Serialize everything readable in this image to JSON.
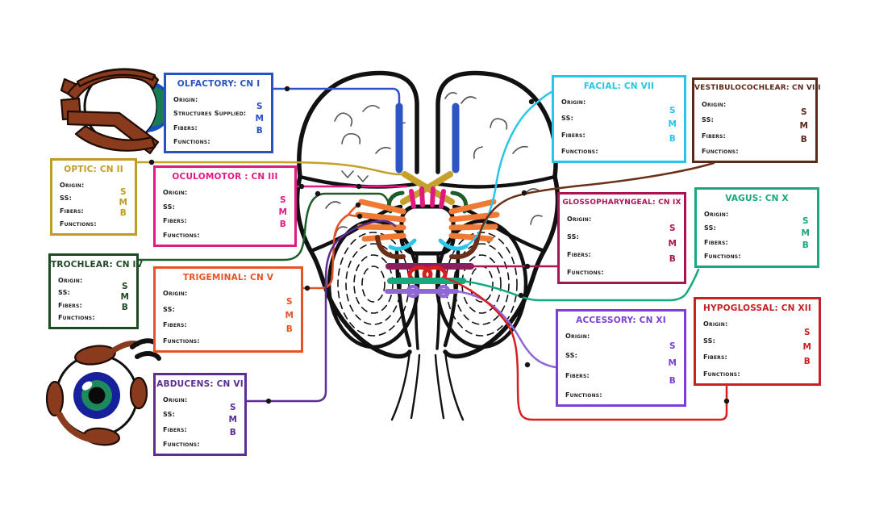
{
  "cards": [
    {
      "id": "cn1",
      "title": "OLFACTORY: CN I",
      "color": "#2752c0",
      "fields": [
        "Origin:",
        "Structures Supplied:",
        "Fibers:",
        "Functions:"
      ],
      "letters": [
        "S",
        "M",
        "B"
      ]
    },
    {
      "id": "cn2",
      "title": "OPTIC: CN II",
      "color": "#c09c25",
      "fields": [
        "Origin:",
        "SS:",
        "Fibers:",
        "Functions:"
      ],
      "letters": [
        "S",
        "M",
        "B"
      ]
    },
    {
      "id": "cn3",
      "title": "OCULOMOTOR : CN III",
      "color": "#e01a83",
      "fields": [
        "Origin:",
        "SS:",
        "Fibers:",
        "Functions:"
      ],
      "letters": [
        "S",
        "M",
        "B"
      ]
    },
    {
      "id": "cn4",
      "title": "TROCHLEAR: CN IV",
      "color": "#1d4a22",
      "fields": [
        "Origin:",
        "SS:",
        "Fibers:",
        "Functions:"
      ],
      "letters": [
        "S",
        "M",
        "B"
      ]
    },
    {
      "id": "cn5",
      "title": "TRIGEMINAL: CN V",
      "color": "#e65327",
      "fields": [
        "Origin:",
        "SS:",
        "Fibers:",
        "Functions:"
      ],
      "letters": [
        "S",
        "M",
        "B"
      ]
    },
    {
      "id": "cn6",
      "title": "ABDUCENS: CN VI",
      "color": "#5c2d92",
      "fields": [
        "Origin:",
        "SS:",
        "Fibers:",
        "Functions:"
      ],
      "letters": [
        "S",
        "M",
        "B"
      ]
    },
    {
      "id": "cn7",
      "title": "FACIAL: CN VII",
      "color": "#27c5e8",
      "fields": [
        "Origin:",
        "SS:",
        "Fibers:",
        "Functions:"
      ],
      "letters": [
        "S",
        "M",
        "B"
      ]
    },
    {
      "id": "cn8",
      "title": "VESTIBULOCOCHLEAR: CN VIII",
      "color": "#5c2a19",
      "fields": [
        "Origin:",
        "SS:",
        "Fibers:",
        "Functions:"
      ],
      "letters": [
        "S",
        "M",
        "B"
      ]
    },
    {
      "id": "cn9",
      "title": "GLOSSOPHARYNGEAL: CN IX",
      "color": "#a81552",
      "fields": [
        "Origin:",
        "SS:",
        "Fibers:",
        "Functions:"
      ],
      "letters": [
        "S",
        "M",
        "B"
      ]
    },
    {
      "id": "cn10",
      "title": "VAGUS: CN X",
      "color": "#19a77e",
      "fields": [
        "Origin:",
        "SS:",
        "Fibers:",
        "Functions:"
      ],
      "letters": [
        "S",
        "M",
        "B"
      ]
    },
    {
      "id": "cn11",
      "title": "ACCESSORY: CN XI",
      "color": "#7b3fd4",
      "fields": [
        "Origin:",
        "SS:",
        "Fibers:",
        "Functions:"
      ],
      "letters": [
        "S",
        "M",
        "B"
      ]
    },
    {
      "id": "cn12",
      "title": "HYPOGLOSSAL: CN XII",
      "color": "#c62222",
      "fields": [
        "Origin:",
        "SS:",
        "Fibers:",
        "Functions:"
      ],
      "letters": [
        "S",
        "M",
        "B"
      ]
    }
  ],
  "palette": {
    "outline": "#111111",
    "gyri": "#555555",
    "plug": "#151515",
    "olfactory": "#2d55c5",
    "optic": "#c5a02b",
    "oculomotor": "#e0187f",
    "trochlear": "#1c5c28",
    "trigeminal_fibers": "#ef7a35",
    "trigeminal_line": "#e65327",
    "abducens": "#5c2d92",
    "facial": "#29c6e9",
    "vestibulocochlear": "#6b3018",
    "glossopharyngeal_nerve": "#8e1d5e",
    "glossopharyngeal_line": "#a81552",
    "vagus": "#18a87e",
    "accessory": "#8f68d8",
    "hypoglossal": "#d42020",
    "muscle_brown": "#8a3a1d",
    "muscle_edge": "#1d0d05",
    "iris_blue": "#15209a",
    "iris_green": "#1d8a5e",
    "cornea_blue": "#1c4fbe",
    "cornea_green": "#177d52"
  },
  "icons": [
    "brain-inferior-view",
    "eye-lateral-with-muscles",
    "eye-front-with-muscles",
    "connector-plug"
  ]
}
